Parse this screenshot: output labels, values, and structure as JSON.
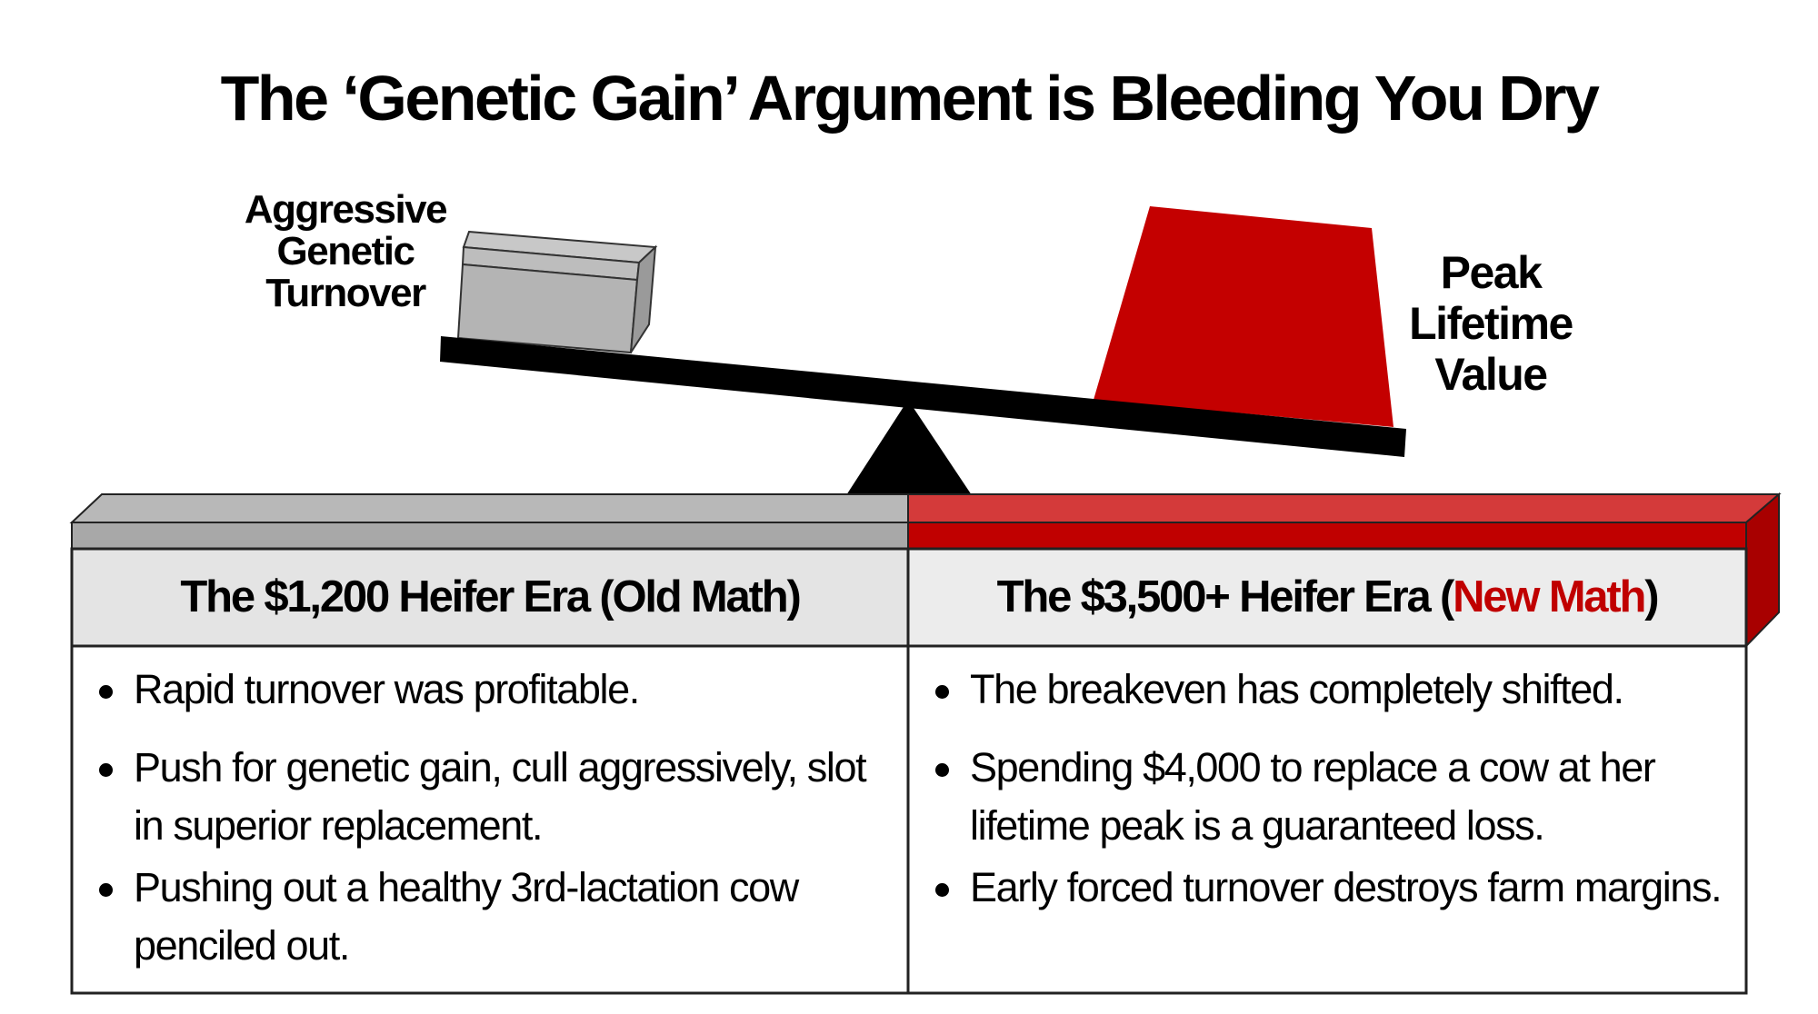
{
  "title": "The ‘Genetic Gain’ Argument is Bleeding You Dry",
  "scale": {
    "left_label": [
      "Aggressive",
      "Genetic",
      "Turnover"
    ],
    "right_label": [
      "Peak",
      "Lifetime",
      "Value"
    ]
  },
  "colors": {
    "accent_red": "#c00000",
    "gray": "#b4b4b4",
    "header_bg": "#e4e4e4"
  },
  "table": {
    "left": {
      "header": "The $1,200 Heifer Era (Old Math)",
      "bullets": [
        "Rapid turnover was profitable.",
        "Push for genetic gain, cull aggressively, slot in superior replacement.",
        "Pushing out a healthy 3rd-lactation cow penciled out."
      ]
    },
    "right": {
      "header_prefix": "The $3,500+ Heifer Era (",
      "header_highlight": "New Math",
      "header_suffix": ")",
      "bullets": [
        "The breakeven has completely shifted.",
        "Spending $4,000 to replace a cow at her lifetime peak is a guaranteed loss.",
        "Early forced turnover destroys farm margins."
      ]
    }
  }
}
